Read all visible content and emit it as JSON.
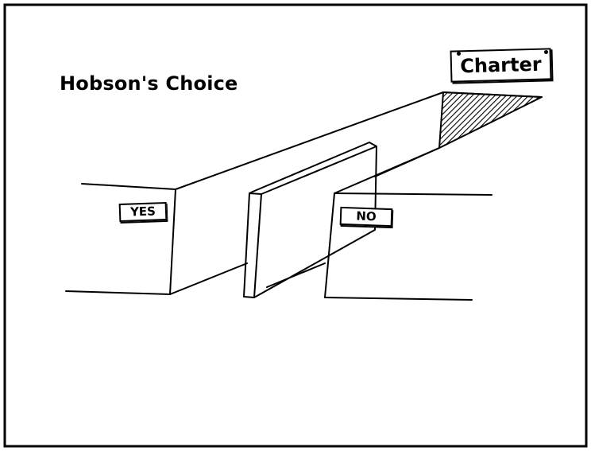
{
  "cartoon": {
    "title": "Hobson's Choice",
    "signs": {
      "charter": "Charter",
      "yes": "YES",
      "no": "NO"
    }
  }
}
